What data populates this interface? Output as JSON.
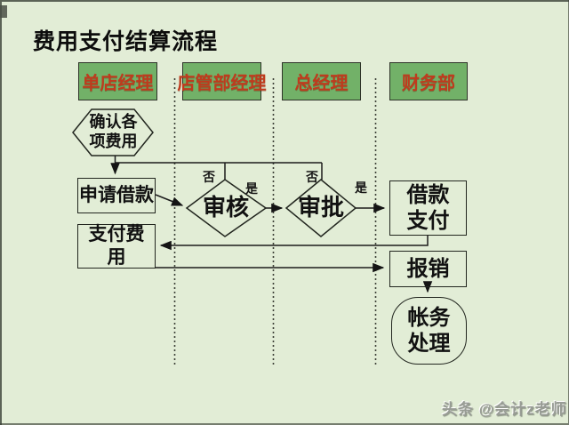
{
  "slide": {
    "title": "费用支付结算流程",
    "watermark": "头条 @会计z老师"
  },
  "lanes": [
    {
      "label": "单店经理"
    },
    {
      "label": "店管部经理"
    },
    {
      "label": "总经理"
    },
    {
      "label": "财务部"
    }
  ],
  "flow": {
    "confirm_expenses": "确认各\n项费用",
    "apply_loan": "申请借款",
    "pay_expense": "支付费\n用",
    "review": "审核",
    "approve": "审批",
    "loan_payment": "借款\n支付",
    "reimburse": "报销",
    "accounting": "帐务\n处理"
  },
  "edge_labels": {
    "review_no": "否",
    "review_yes": "是",
    "approve_no": "否",
    "approve_yes": "是"
  },
  "colors": {
    "background": "#e2edd6",
    "lane_header_fill": "#72b168",
    "lane_header_text": "#bf3b1d",
    "stroke": "#1c1c1c"
  }
}
